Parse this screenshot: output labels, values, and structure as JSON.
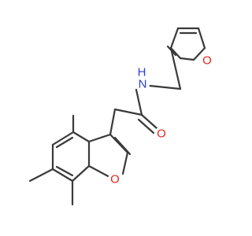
{
  "molecule": {
    "atoms": [
      {
        "id": "o_furan",
        "label": "O",
        "color": "#e0251b"
      },
      {
        "id": "n_amide",
        "label": "N",
        "color": "#2b3dd8"
      },
      {
        "id": "h_amide",
        "label": "H",
        "color": "#2b3dd8"
      },
      {
        "id": "o_carbonyl",
        "label": "O",
        "color": "#e0251b"
      },
      {
        "id": "o_benzofuran",
        "label": "O",
        "color": "#e0251b"
      }
    ],
    "bond_color": "#3a3a3a",
    "heteroatom_bond_color": "#e0251b"
  }
}
